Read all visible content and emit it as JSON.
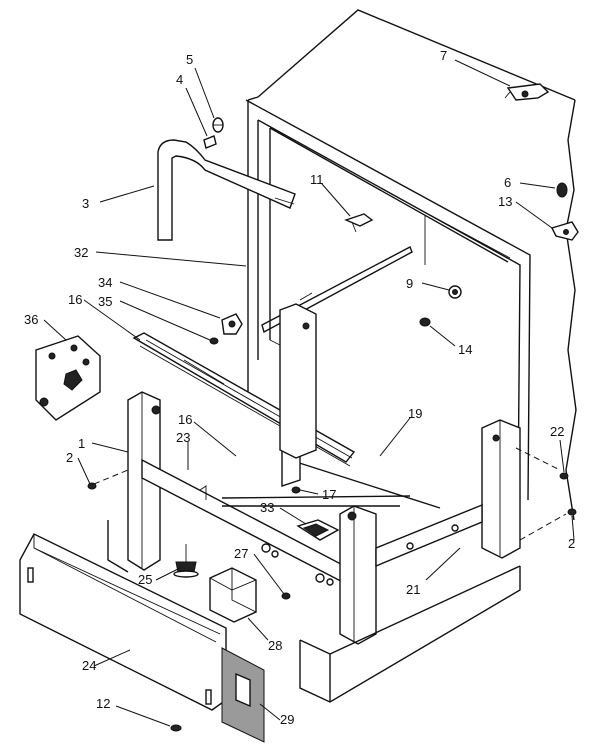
{
  "callouts": [
    {
      "id": "c5",
      "text": "5"
    },
    {
      "id": "c4",
      "text": "4"
    },
    {
      "id": "c3",
      "text": "3"
    },
    {
      "id": "c7",
      "text": "7"
    },
    {
      "id": "c11",
      "text": "11"
    },
    {
      "id": "c6",
      "text": "6"
    },
    {
      "id": "c13",
      "text": "13"
    },
    {
      "id": "c32",
      "text": "32"
    },
    {
      "id": "c34",
      "text": "34"
    },
    {
      "id": "c35",
      "text": "35"
    },
    {
      "id": "c9",
      "text": "9"
    },
    {
      "id": "c36",
      "text": "36"
    },
    {
      "id": "c16a",
      "text": "16"
    },
    {
      "id": "c14",
      "text": "14"
    },
    {
      "id": "c16b",
      "text": "16"
    },
    {
      "id": "c19",
      "text": "19"
    },
    {
      "id": "c1",
      "text": "1"
    },
    {
      "id": "c23",
      "text": "23"
    },
    {
      "id": "c22",
      "text": "22"
    },
    {
      "id": "c2a",
      "text": "2"
    },
    {
      "id": "c17",
      "text": "17"
    },
    {
      "id": "c33",
      "text": "33"
    },
    {
      "id": "c2b",
      "text": "2"
    },
    {
      "id": "c27",
      "text": "27"
    },
    {
      "id": "c25",
      "text": "25"
    },
    {
      "id": "c21",
      "text": "21"
    },
    {
      "id": "c28",
      "text": "28"
    },
    {
      "id": "c24",
      "text": "24"
    },
    {
      "id": "c12",
      "text": "12"
    },
    {
      "id": "c29",
      "text": "29"
    }
  ]
}
